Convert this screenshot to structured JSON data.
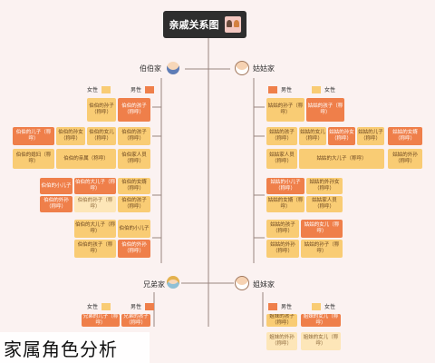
{
  "title": "亲戚关系图",
  "caption": "家属角色分析",
  "branches": {
    "top_left": "伯伯家",
    "top_right": "姑姑家",
    "bottom_left": "兄弟家",
    "bottom_right": "姐妹家"
  },
  "legend": {
    "male": "男性",
    "female": "女性"
  },
  "colors": {
    "male": "#ef7f4a",
    "female": "#f9cc74",
    "line": "#9a8580",
    "background": "#fbf2f1"
  },
  "top_left": {
    "row1": [
      "伯伯的孩子（称呼）"
    ],
    "row2": [
      "伯伯的孩子（称呼）",
      "伯伯的女儿（称呼）",
      "伯伯的儿子（称呼）"
    ],
    "row3": [
      "伯伯的孙子（称呼）",
      "伯伯的孙女（称呼）"
    ],
    "row4": [
      "伯伯的媳妇（称呼）",
      "伯伯的女婿（称呼）"
    ],
    "row5": [
      "伯伯家人员（称呼）",
      "伯伯的亲属（称呼）"
    ],
    "row6": [
      "伯伯的大儿子（称呼）",
      "伯伯的小儿子"
    ],
    "row7": [
      "伯伯的外孙（称呼）"
    ]
  },
  "top_right": {
    "row1": [
      "姑姑的孩子（称呼）"
    ],
    "row2": [
      "姑姑的孩子（称呼）",
      "姑姑的女儿（称呼）",
      "姑姑的儿子（称呼）"
    ],
    "row3": [
      "姑姑的孙子（称呼）",
      "姑姑的孙女（称呼）"
    ],
    "row4": [
      "姑姑的女婿（称呼）"
    ],
    "row5": [
      "姑姑家人员（称呼）"
    ],
    "row6": [
      "姑姑的大儿子（称呼）",
      "姑姑的小儿子（称呼）"
    ],
    "row7": [
      "姑姑的外孙（称呼）",
      "姑姑的外孙女（称呼）"
    ]
  },
  "bottom_left": [
    "兄弟的孩子（称呼）",
    "兄弟的儿子（称呼）"
  ],
  "bottom_right": [
    "姐妹的孩子（称呼）",
    "姐妹的女儿（称呼）",
    "姐妹的外孙（称呼）"
  ]
}
